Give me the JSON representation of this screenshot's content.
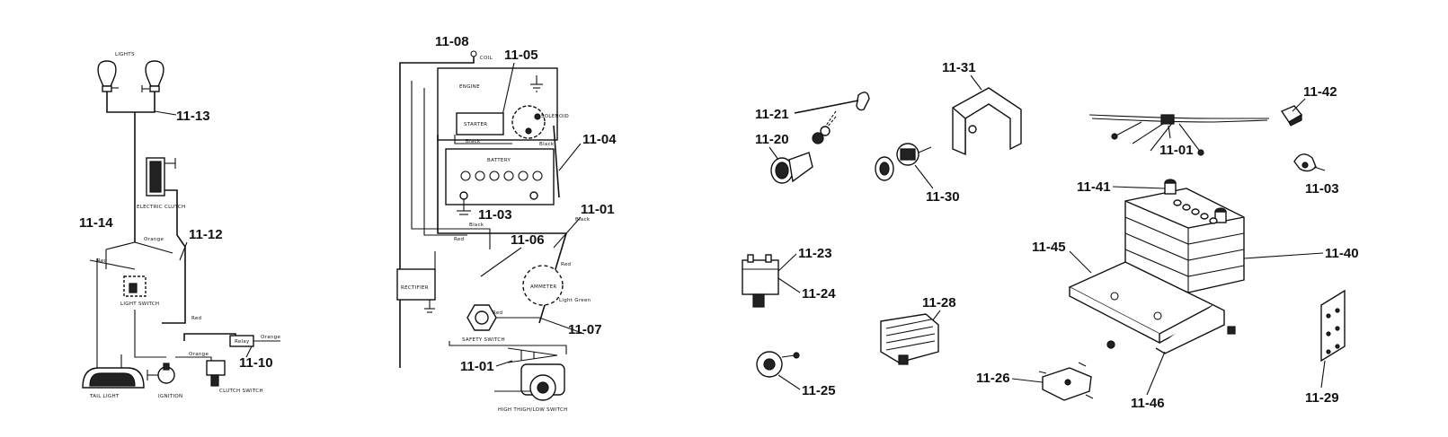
{
  "labels": {
    "lights_top": "LIGHTS",
    "clutch": "ELECTRIC CLUTCH",
    "orange_a": "Orange",
    "red_a": "Red",
    "light_switch": "LIGHT SWITCH",
    "red_b": "Red",
    "orange_b": "Orange",
    "relay": "Relay",
    "orange_c": "Orange",
    "tail_light": "TAIL LIGHT",
    "ignition": "IGNITION",
    "clutch_switch": "CLUTCH SWITCH",
    "coil": "COIL",
    "engine": "ENGINE",
    "starter": "STARTER",
    "solenoid": "SOLENOID",
    "black_a": "Black",
    "black_b": "Black",
    "battery": "BATTERY",
    "black_c": "Black",
    "black_d": "Black",
    "red_c": "Red",
    "red_d": "Red",
    "ammeter": "AMMETER",
    "light_green": "Light Green",
    "rectifier": "RECTIFIER",
    "red_e": "Red",
    "safety_switch": "SAFETY SWITCH",
    "high_low_switch": "HIGH THIGH/LOW SWITCH"
  },
  "callouts": {
    "c1113": "11-13",
    "c1114": "11-14",
    "c1112": "11-12",
    "c1110": "11-10",
    "c1108": "11-08",
    "c1105": "11-05",
    "c1104": "11-04",
    "c1103a": "11-03",
    "c1101a": "11-01",
    "c1106": "11-06",
    "c1107": "11-07",
    "c1101b": "11-01",
    "c1121": "11-21",
    "c1120": "11-20",
    "c1131": "11-31",
    "c1130": "11-30",
    "c1123": "11-23",
    "c1124": "11-24",
    "c1128": "11-28",
    "c1125": "11-25",
    "c1101c": "11-01",
    "c1142": "11-42",
    "c1103b": "11-03",
    "c1141": "11-41",
    "c1145": "11-45",
    "c1140": "11-40",
    "c1126": "11-26",
    "c1146": "11-46",
    "c1129": "11-29"
  }
}
